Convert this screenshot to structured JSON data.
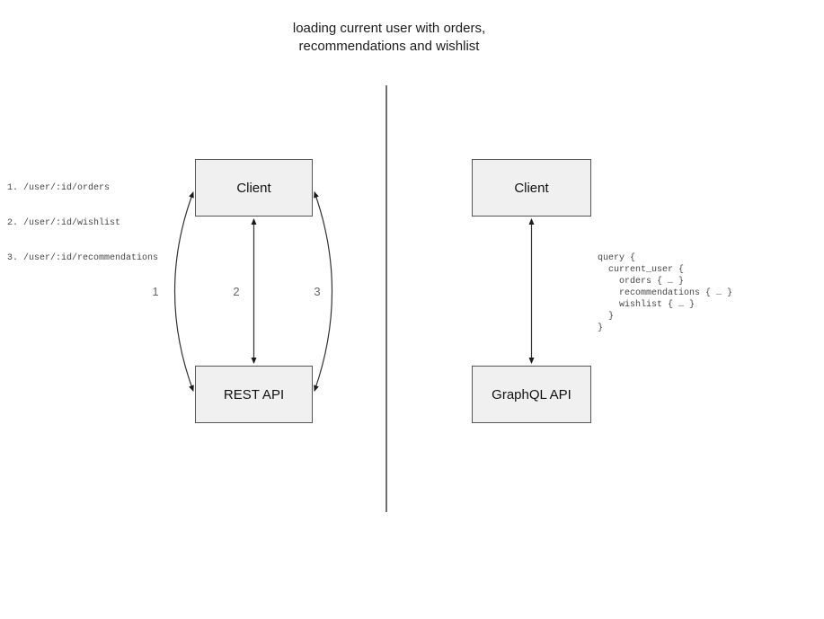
{
  "title": {
    "line1": "loading current user with orders,",
    "line2": "recommendations and wishlist"
  },
  "rest_panel": {
    "endpoints": [
      "1. /user/:id/orders",
      "2. /user/:id/wishlist",
      "3. /user/:id/recommendations"
    ],
    "client_label": "Client",
    "api_label": "REST API",
    "arrow_labels": [
      "1",
      "2",
      "3"
    ]
  },
  "graphql_panel": {
    "client_label": "Client",
    "api_label": "GraphQL API",
    "query": "query {\n  current_user {\n    orders { … }\n    recommendations { … }\n    wishlist { … }\n  }\n}"
  },
  "colors": {
    "box_fill": "#f0f0f0",
    "box_border": "#555555",
    "arrow_stroke": "#333333",
    "arrow_label_text": "#666666",
    "divider": "#6e6e6e",
    "title_text": "#1c1c1c",
    "code_text": "#474747"
  }
}
